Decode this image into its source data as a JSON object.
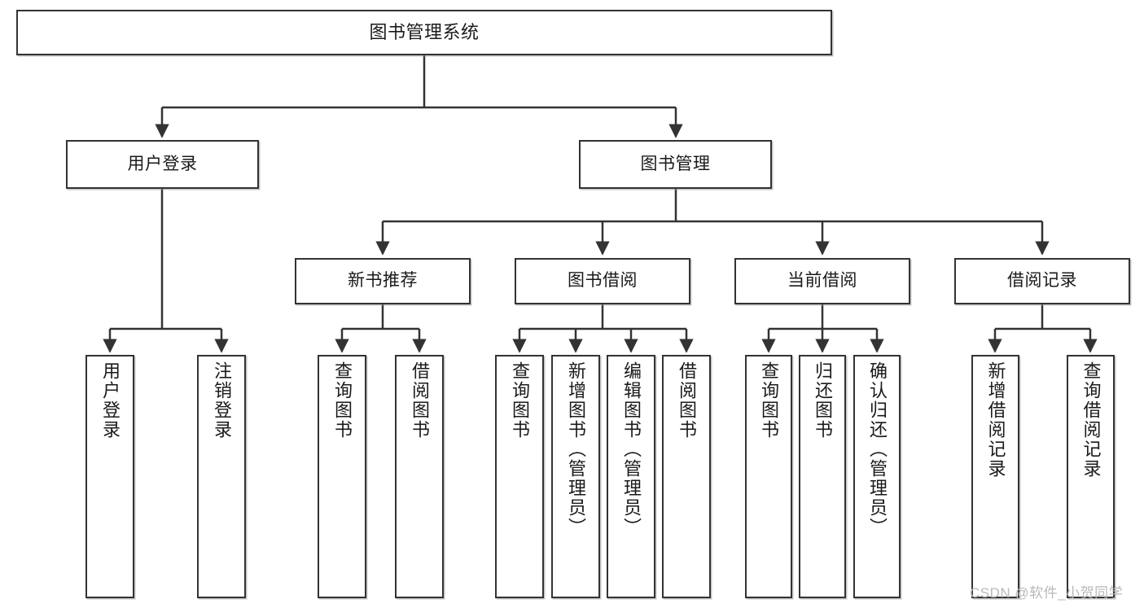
{
  "diagram": {
    "title": "图书管理系统",
    "type": "tree-hierarchy-chart",
    "colors": {
      "box_border": "#333333",
      "box_fill": "#ffffff",
      "connector": "#333333",
      "text": "#1a1a1a",
      "watermark": "#b9b9b9"
    },
    "root": {
      "label": "图书管理系统"
    },
    "level2": [
      {
        "label": "用户登录"
      },
      {
        "label": "图书管理"
      }
    ],
    "level3": [
      {
        "label": "新书推荐"
      },
      {
        "label": "图书借阅"
      },
      {
        "label": "当前借阅"
      },
      {
        "label": "借阅记录"
      }
    ],
    "leaves": {
      "user_login": [
        {
          "label": "用户登录"
        },
        {
          "label": "注销登录"
        }
      ],
      "new_book_recommend": [
        {
          "label": "查询图书"
        },
        {
          "label": "借阅图书"
        }
      ],
      "book_borrow": [
        {
          "label": "查询图书"
        },
        {
          "label": "新增图书（管理员）"
        },
        {
          "label": "编辑图书（管理员）"
        },
        {
          "label": "借阅图书"
        }
      ],
      "current_borrow": [
        {
          "label": "查询图书"
        },
        {
          "label": "归还图书"
        },
        {
          "label": "确认归还（管理员）"
        }
      ],
      "borrow_record": [
        {
          "label": "新增借阅记录"
        },
        {
          "label": "查询借阅记录"
        }
      ]
    },
    "watermark": "CSDN @软件_小贺同学"
  }
}
